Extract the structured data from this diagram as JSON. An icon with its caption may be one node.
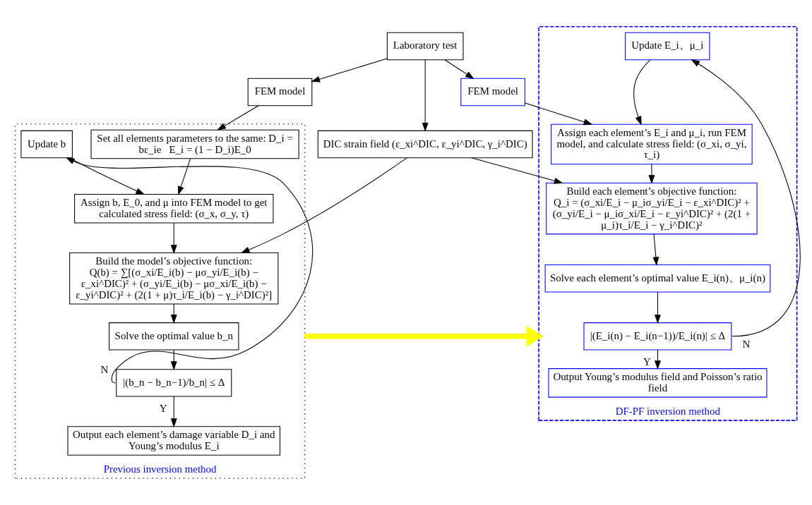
{
  "diagram": {
    "nodes": [
      {
        "text": [
          "Laboratory test"
        ]
      },
      {
        "text": [
          "FEM model"
        ]
      },
      {
        "text": [
          "FEM model"
        ]
      },
      {
        "text": [
          "Previous inversion method"
        ]
      },
      {
        "text": [
          "Set all elements parameters to the same: D_i = bε_ie   E_i = (1 − D_i)E_0"
        ],
        "in": 3
      },
      {
        "text": [
          "Update b"
        ],
        "in": 3
      },
      {
        "text": [
          "Assign b, E_0, and μ into FEM model to get calculated stress field: (σ_x, σ_y, τ)"
        ],
        "in": 3
      },
      {
        "text": [
          "Build the model’s objective function:",
          "Q(b) = ∑[(σ_xi/E_i(b) − μσ_yi/E_i(b) − ε_xi^DIC)² + (σ_yi/E_i(b) − μσ_xi/E_i(b) − ε_yi^DIC)² + (2(1 + μ)τ_i/E_i(b) − γ_i^DIC)²]"
        ],
        "in": 3
      },
      {
        "text": [
          "Solve the optimal value b_n"
        ],
        "in": 3
      },
      {
        "text": [
          "|(b_n − b_n−1)/b_n| ≤ Δ"
        ],
        "in": 3
      },
      {
        "text": [
          "Output each element’s damage variable D_i and Young’s modulus E_i"
        ],
        "in": 3
      },
      {
        "text": [
          "DIC strain field (ε_xi^DIC, ε_yi^DIC, γ_i^DIC)"
        ]
      },
      {
        "text": [
          "DF-PF inversion method"
        ]
      },
      {
        "text": [
          "Assign each element’s E_i and μ_i, run FEM model, and calculate stress field: (σ_xi, σ_yi, τ_i)"
        ],
        "in": 12
      },
      {
        "text": [
          "Update E_i、μ_i"
        ],
        "in": 12
      },
      {
        "text": [
          "Build each element’s objective function:",
          "Q_i = (σ_xi/E_i − μ_iσ_yi/E_i − ε_xi^DIC)² + (σ_yi/E_i − μ_iσ_xi/E_i − ε_yi^DIC)² + (2(1 + μ_i)τ_i/E_i − γ_i^DIC)²"
        ],
        "in": 12
      },
      {
        "text": [
          "Solve each element’s optimal value E_i(n)、μ_i(n)"
        ],
        "in": 12
      },
      {
        "text": [
          "|(E_i(n) − E_i(n−1))/E_i(n)| ≤ Δ"
        ],
        "in": 12
      },
      {
        "text": [
          "Output Young’s modulus field and Poisson’s ratio field"
        ],
        "in": 12
      }
    ],
    "edges": [
      {
        "from": 0,
        "to": 1,
        "arrow": "to"
      },
      {
        "from": 0,
        "to": 2,
        "arrow": "to"
      },
      {
        "from": 0,
        "to": 11,
        "arrow": "to"
      },
      {
        "from": 1,
        "to": 4,
        "arrow": "to"
      },
      {
        "from": 4,
        "to": 6,
        "arrow": "to"
      },
      {
        "from": 5,
        "to": 6,
        "arrow": "to"
      },
      {
        "from": 6,
        "to": 7,
        "arrow": "to"
      },
      {
        "from": 7,
        "to": 8,
        "arrow": "to"
      },
      {
        "from": 8,
        "to": 9,
        "arrow": "to"
      },
      {
        "from": 9,
        "to": 5,
        "arrow": "to",
        "label": "N"
      },
      {
        "from": 9,
        "to": 10,
        "arrow": "to",
        "label": "Y"
      },
      {
        "from": 11,
        "to": 7,
        "arrow": "to"
      },
      {
        "from": 11,
        "to": 15,
        "arrow": "to"
      },
      {
        "from": 2,
        "to": 13,
        "arrow": "to"
      },
      {
        "from": 14,
        "to": 13,
        "arrow": "to"
      },
      {
        "from": 13,
        "to": 15,
        "arrow": "to"
      },
      {
        "from": 15,
        "to": 16,
        "arrow": "to"
      },
      {
        "from": 16,
        "to": 17,
        "arrow": "to"
      },
      {
        "from": 17,
        "to": 14,
        "arrow": "to",
        "label": "N"
      },
      {
        "from": 17,
        "to": 18,
        "arrow": "to",
        "label": "Y"
      },
      {
        "from": 3,
        "to": 12,
        "arrow": "to",
        "style": "thick",
        "color": "#ffff00"
      }
    ]
  }
}
